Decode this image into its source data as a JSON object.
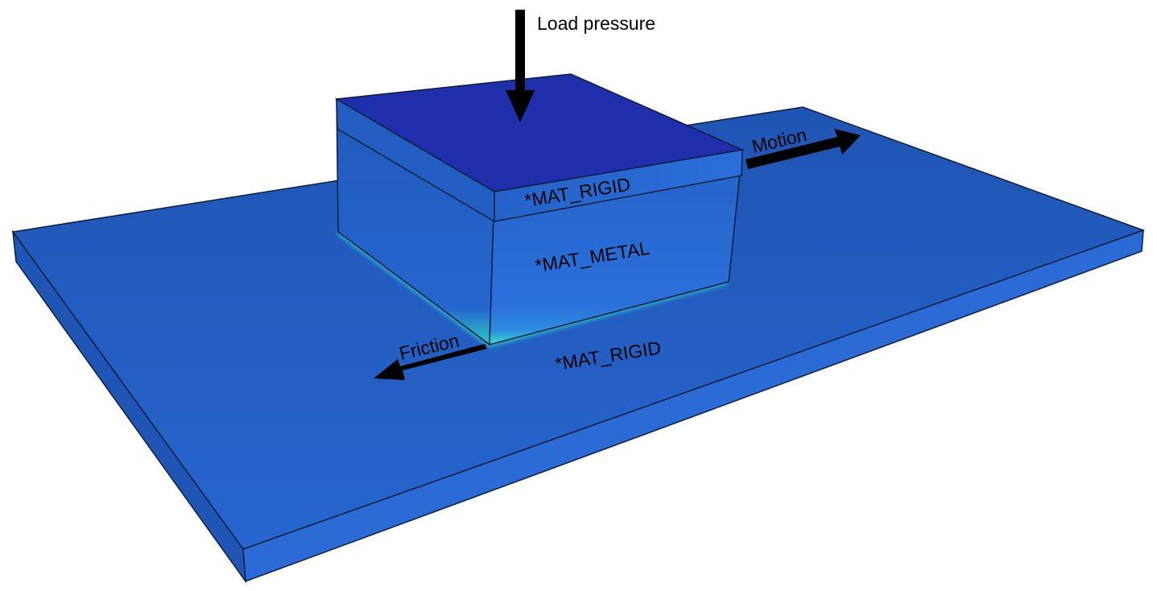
{
  "labels": {
    "load": "Load pressure",
    "motion": "Motion",
    "friction": "Friction",
    "block_top_material": "*MAT_RIGID",
    "block_body_material": "*MAT_METAL",
    "plate_material": "*MAT_RIGID"
  },
  "colors": {
    "plate_top": "#2360c6",
    "plate_front": "#2a6cd8",
    "plate_left": "#1f58b9",
    "block_cap_top": "#1f2eaa",
    "block_side": "#2466ce",
    "contact_glow": "#2fe6cf",
    "outline": "#0d1f3a",
    "arrow": "#000000"
  }
}
